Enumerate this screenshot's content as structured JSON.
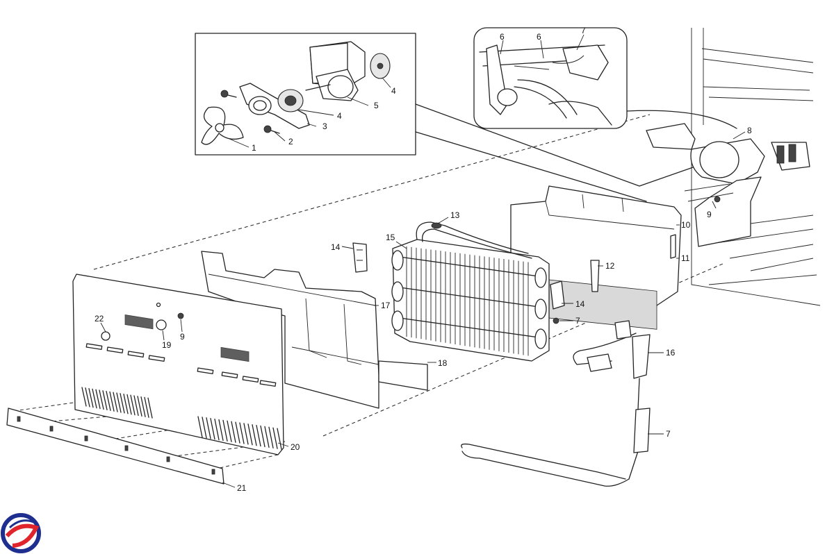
{
  "diagram": {
    "callouts": [
      {
        "text": "1"
      },
      {
        "text": "2"
      },
      {
        "text": "3"
      },
      {
        "text": "4"
      },
      {
        "text": "4"
      },
      {
        "text": "5"
      },
      {
        "text": "6"
      },
      {
        "text": "6"
      },
      {
        "text": "7"
      },
      {
        "text": "8"
      },
      {
        "text": "9"
      },
      {
        "text": "10"
      },
      {
        "text": "11"
      },
      {
        "text": "12"
      },
      {
        "text": "13"
      },
      {
        "text": "14"
      },
      {
        "text": "15"
      },
      {
        "text": "14"
      },
      {
        "text": "7"
      },
      {
        "text": "16"
      },
      {
        "text": "7"
      },
      {
        "text": "17"
      },
      {
        "text": "18"
      },
      {
        "text": "22"
      },
      {
        "text": "19"
      },
      {
        "text": "9"
      },
      {
        "text": "20"
      },
      {
        "text": "21"
      }
    ],
    "colors": {
      "line": "#222222",
      "logo_blue": "#1f2f8f",
      "logo_red": "#e0242c"
    }
  }
}
